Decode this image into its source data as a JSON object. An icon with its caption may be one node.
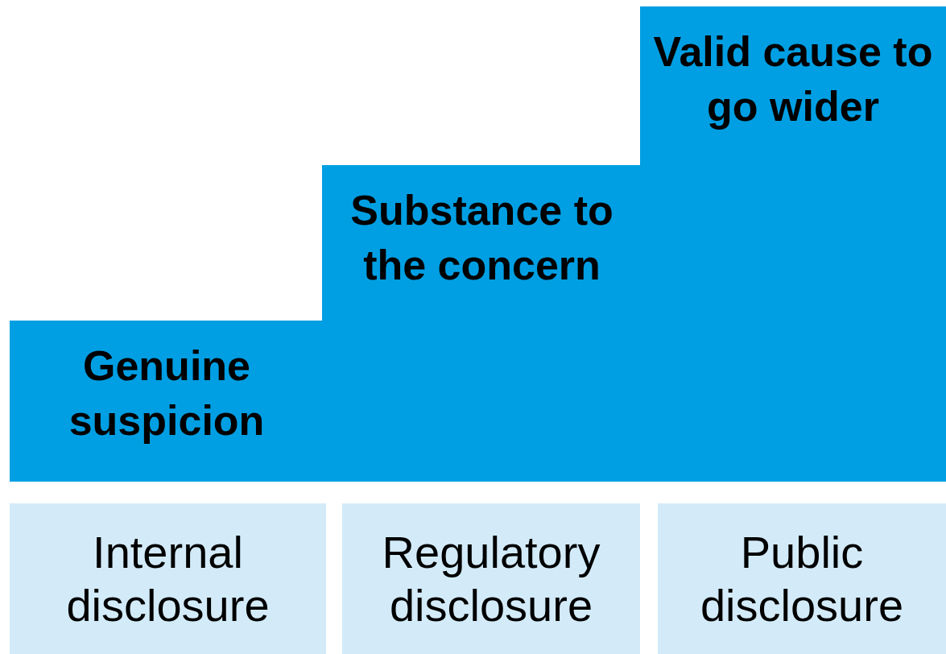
{
  "diagram": {
    "nodes": [
      {
        "text": [
          "Genuine suspicion"
        ]
      },
      {
        "text": [
          "Substance to the concern"
        ]
      },
      {
        "text": [
          "Valid cause to go wider"
        ]
      },
      {
        "text": [
          "Internal disclosure"
        ]
      },
      {
        "text": [
          "Regulatory disclosure"
        ]
      },
      {
        "text": [
          "Public disclosure"
        ]
      }
    ]
  }
}
